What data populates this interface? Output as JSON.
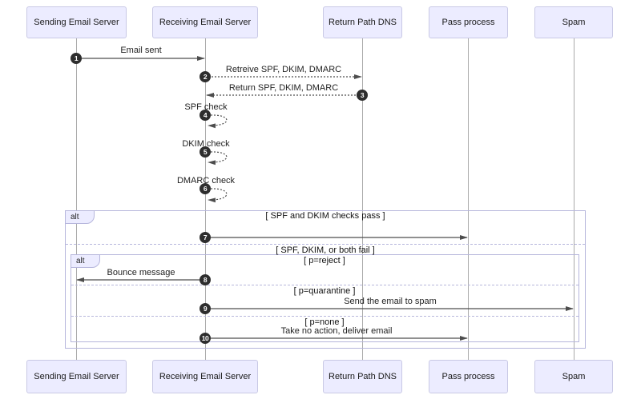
{
  "actors": [
    "Sending Email Server",
    "Receiving Email Server",
    "Return Path DNS",
    "Pass process",
    "Spam"
  ],
  "messages": [
    {
      "num": "1",
      "label": "Email sent"
    },
    {
      "num": "2",
      "label": "Retreive SPF, DKIM, DMARC"
    },
    {
      "num": "3",
      "label": "Return SPF, DKIM, DMARC"
    },
    {
      "num": "4",
      "label": "SPF check"
    },
    {
      "num": "5",
      "label": "DKIM check"
    },
    {
      "num": "6",
      "label": "DMARC check"
    },
    {
      "num": "7",
      "label": ""
    },
    {
      "num": "8",
      "label": "Bounce message"
    },
    {
      "num": "9",
      "label": "Send the email to spam"
    },
    {
      "num": "10",
      "label": "Take no action, deliver email"
    }
  ],
  "alt_outer": {
    "tag": "alt",
    "conditions": [
      "[ SPF and DKIM checks pass ]",
      "[ SPF, DKIM, or both fail ]"
    ]
  },
  "alt_inner": {
    "tag": "alt",
    "conditions": [
      "[ p=reject ]",
      "[ p=quarantine ]",
      "[ p=none ]"
    ]
  },
  "colors": {
    "actor_fill": "#ECECFF",
    "actor_border": "#c9c9e5",
    "frame_border": "#b6b6dc",
    "arrow": "#4d4d4d",
    "badge_fill": "#2e2e2e",
    "lifeline": "#ababab"
  }
}
